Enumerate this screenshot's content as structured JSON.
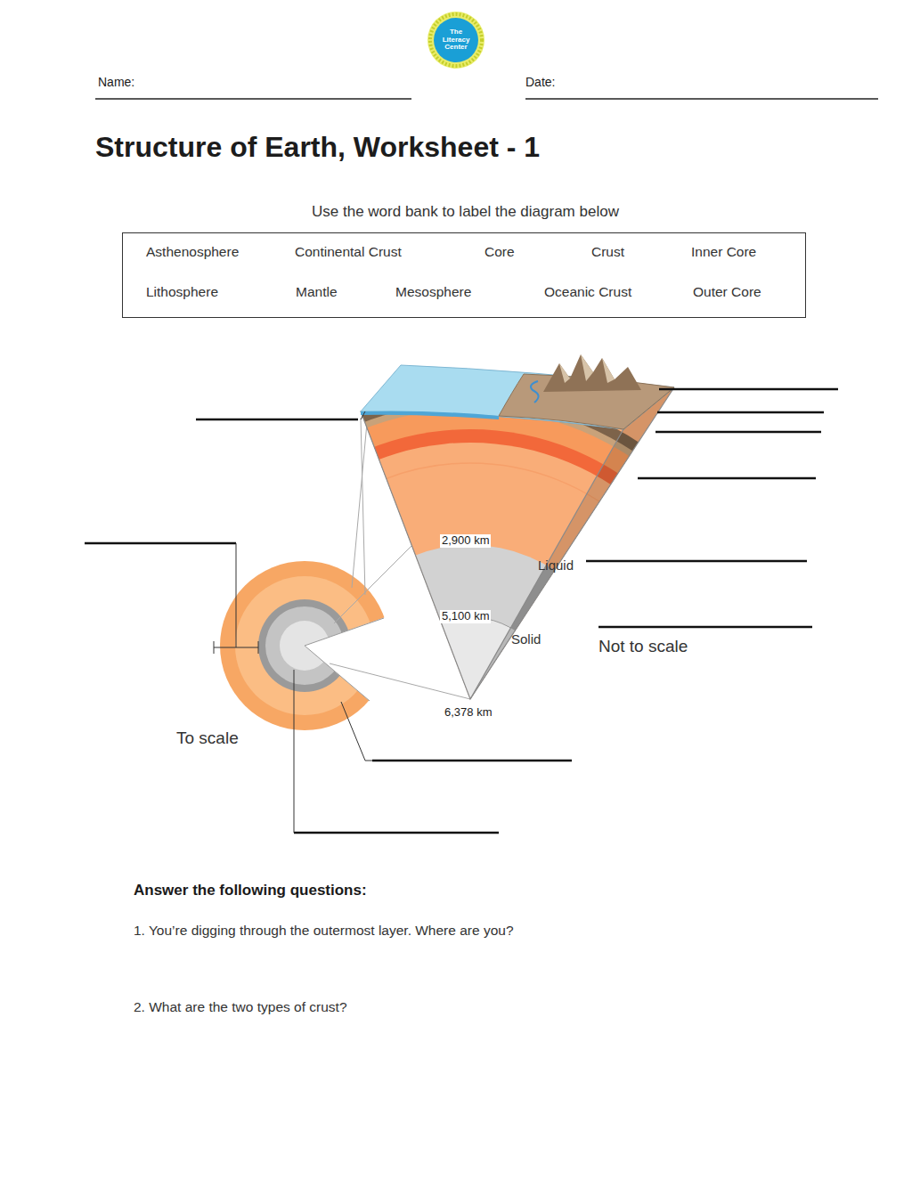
{
  "diagram": {
    "title": "Structure of Earth, Worksheet - 1",
    "nodes": [
      {
        "text": [
          "The Literacy Center"
        ]
      },
      {
        "text": [
          "Use the word bank to label the diagram below",
          "Asthenosphere",
          "Continental Crust",
          "Core",
          "Crust",
          "Inner Core",
          "Lithosphere",
          "Mantle",
          "Mesosphere",
          "Oceanic Crust",
          "Outer Core"
        ]
      }
    ],
    "labels": [
      "Name:",
      "Date:",
      "2,900 km",
      "Liquid",
      "5,100 km",
      "Solid",
      "6,378 km",
      "Not to scale",
      "To scale",
      "Answer the following questions:",
      "1. You’re digging through the outermost layer. Where are you?",
      "2. What are the two types of crust?"
    ]
  }
}
